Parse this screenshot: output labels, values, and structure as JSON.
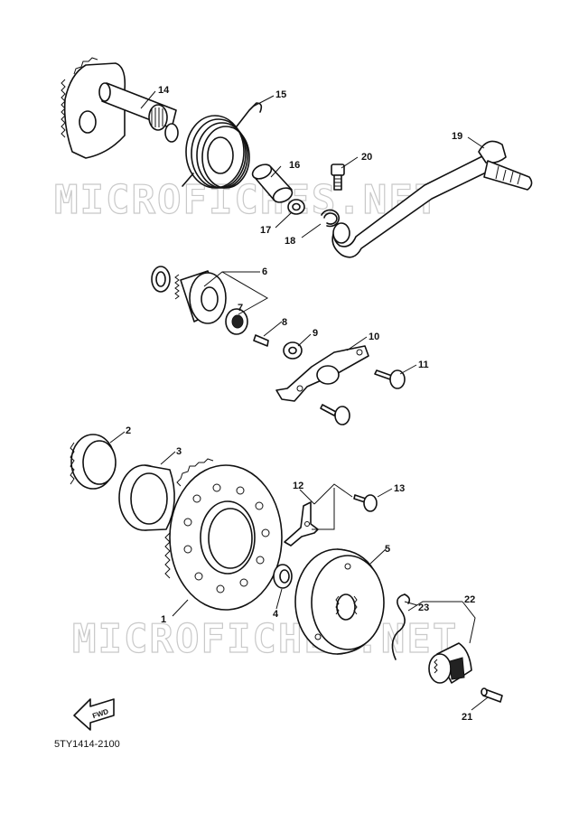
{
  "diagram_code": "5TY1414-2100",
  "watermark": "MICROFICHES.NET",
  "fwd_label": "FWD",
  "callouts": [
    "1",
    "2",
    "3",
    "4",
    "5",
    "6",
    "7",
    "8",
    "9",
    "10",
    "11",
    "12",
    "13",
    "14",
    "15",
    "16",
    "17",
    "18",
    "19",
    "20",
    "21",
    "22",
    "23"
  ]
}
